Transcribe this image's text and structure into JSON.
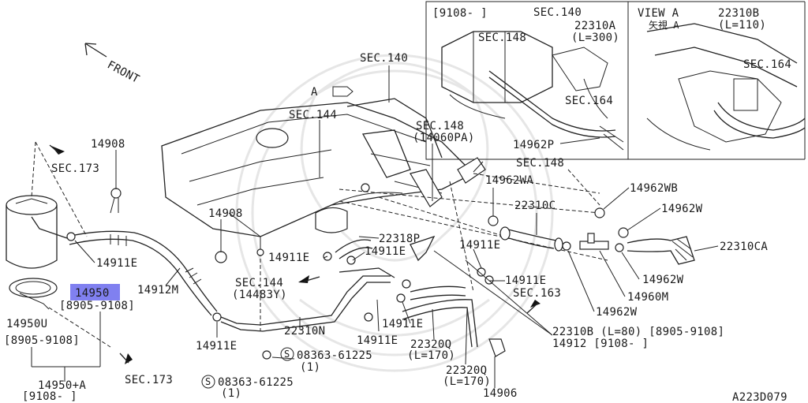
{
  "diagram": {
    "code": "A223D079",
    "front_label": "FRONT",
    "view_marker": "A",
    "inset_left": {
      "date_range": "[9108-   ]",
      "sec140": "SEC.140",
      "sec148": "SEC.148",
      "hose": "22310A",
      "hose_len": "(L=300)",
      "sec164": "SEC.164",
      "clip": "14962P"
    },
    "inset_right": {
      "view": "VIEW  A",
      "view_jp": "矢視  A",
      "hose": "22310B",
      "hose_len": "(L=110)",
      "sec164": "SEC.164"
    },
    "labels": {
      "sec140": "SEC.140",
      "sec144": "SEC.144",
      "sec148a": "SEC.148",
      "sec148a_sub": "(14060PA)",
      "sec148b": "SEC.148",
      "sec173_top": "SEC.173",
      "sec173_bot": "SEC.173",
      "sec144b": "SEC.144",
      "sec144b_sub": "(14483Y)",
      "sec163": "SEC.163",
      "p14908a": "14908",
      "p14908b": "14908",
      "p14911e_1": "14911E",
      "p14911e_2": "14911E",
      "p14911e_3": "14911E",
      "p14911e_4": "14911E",
      "p14911e_5": "14911E",
      "p14911e_6": "14911E",
      "p14911e_7": "14911E",
      "p14912m": "14912M",
      "p14950": "14950",
      "p14950_range": "[8905-9108]",
      "p14950u": "14950U",
      "p14950u_range": "[8905-9108]",
      "p14950a": "14950+A",
      "p14950a_range": "[9108-    ]",
      "p22318p": "22318P",
      "p22310n": "22310N",
      "p08363a": "08363-61225",
      "p08363a_qty": "(1)",
      "p08363b": "08363-61225",
      "p08363b_qty": "(1)",
      "p22320q_a": "22320Q",
      "p22320q_a_len": "(L=170)",
      "p22320q_b": "22320Q",
      "p22320q_b_len": "(L=170)",
      "p14906": "14906",
      "p14962wa": "14962WA",
      "p22310c": "22310C",
      "p14962wb": "14962WB",
      "p14962w_1": "14962W",
      "p22310ca": "22310CA",
      "p14962w_2": "14962W",
      "p14960m": "14960M",
      "p14962w_3": "14962W",
      "p22310b": "22310B (L=80) [8905-9108]",
      "p14912": "14912  [9108-    ]",
      "circle_s": "S"
    },
    "highlight_color": "#8080f0"
  }
}
